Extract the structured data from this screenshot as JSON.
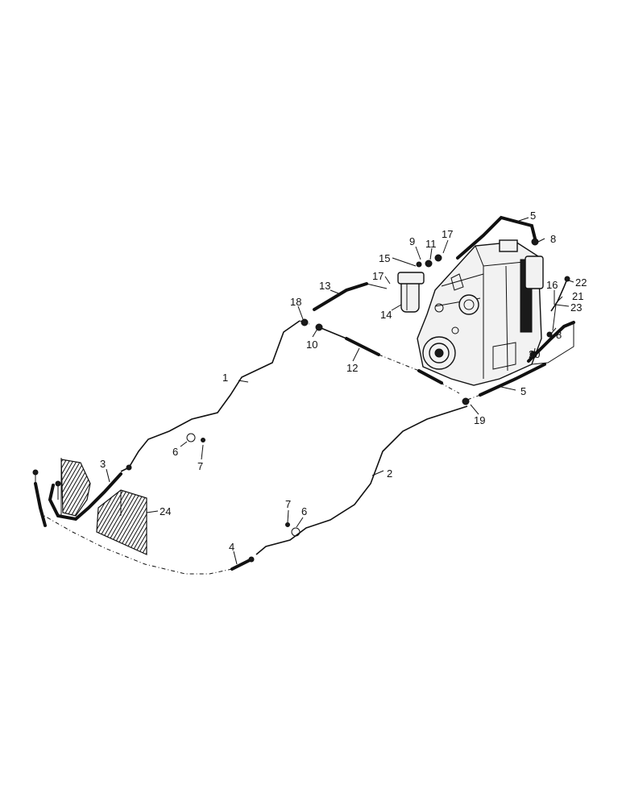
{
  "callouts": {
    "c1": "1",
    "c2": "2",
    "c3": "3",
    "c4": "4",
    "c5a": "5",
    "c5b": "5",
    "c6a": "6",
    "c6b": "6",
    "c7a": "7",
    "c7b": "7",
    "c8a": "8",
    "c8b": "8",
    "c9": "9",
    "c10": "10",
    "c11": "11",
    "c12": "12",
    "c13": "13",
    "c14": "14",
    "c15": "15",
    "c16": "16",
    "c17a": "17",
    "c17b": "17",
    "c18": "18",
    "c19": "19",
    "c20": "20",
    "c21": "21",
    "c22": "22",
    "c23": "23",
    "c24": "24"
  }
}
